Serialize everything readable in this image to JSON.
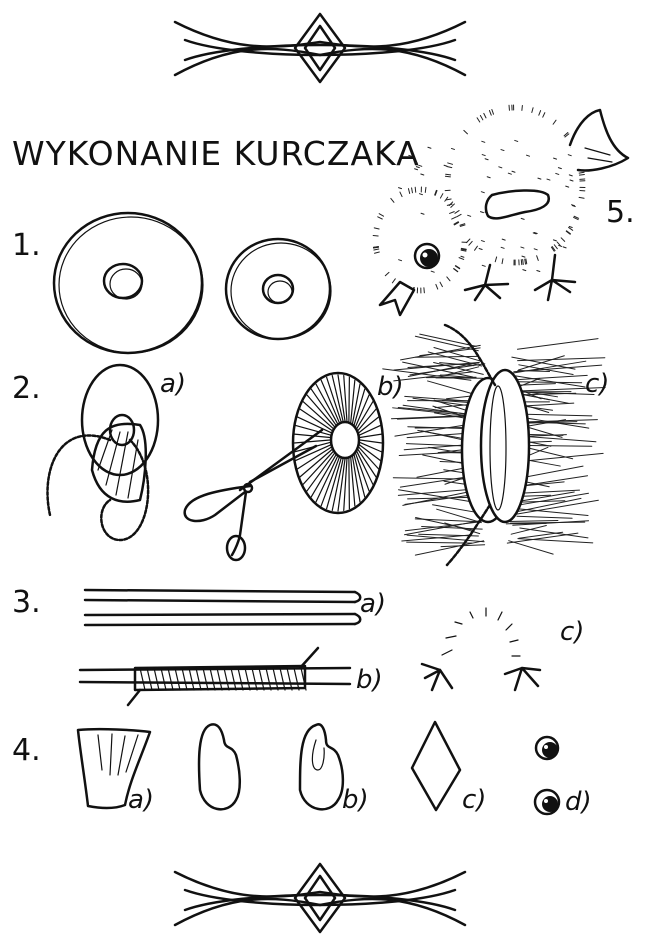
{
  "title": "WYKONANIE KURCZAKA",
  "steps": {
    "s1": {
      "number": "1."
    },
    "s2": {
      "number": "2.",
      "labels": [
        "a)",
        "b)",
        "c)"
      ]
    },
    "s3": {
      "number": "3.",
      "labels": [
        "a)",
        "b)",
        "c)"
      ]
    },
    "s4": {
      "number": "4.",
      "labels": [
        "a)",
        "b)",
        "c)",
        "d)"
      ]
    },
    "s5": {
      "number": "5."
    }
  },
  "colors": {
    "ink": "#111111",
    "paper": "#ffffff"
  }
}
